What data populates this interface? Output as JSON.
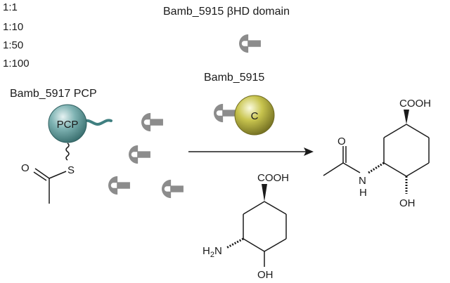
{
  "ratios": [
    "1:1",
    "1:10",
    "1:50",
    "1:100"
  ],
  "labels": {
    "bhd_domain": "Bamb_5915 βHD domain",
    "bamb5915": "Bamb_5915",
    "pcp_protein": "Bamb_5917 PCP",
    "pcp_ball": "PCP",
    "c_ball": "C"
  },
  "chem": {
    "sulfur": "S",
    "oxygen": "O",
    "cooh": "COOH",
    "nh": "H",
    "n": "N",
    "h2": "H",
    "h2sub": "2",
    "n_amine": "N",
    "oh": "OH"
  },
  "colors": {
    "pcp_ball": "#5f9ea0",
    "c_ball": "#b5b23a",
    "domain_icon": "#8c8c8c"
  }
}
